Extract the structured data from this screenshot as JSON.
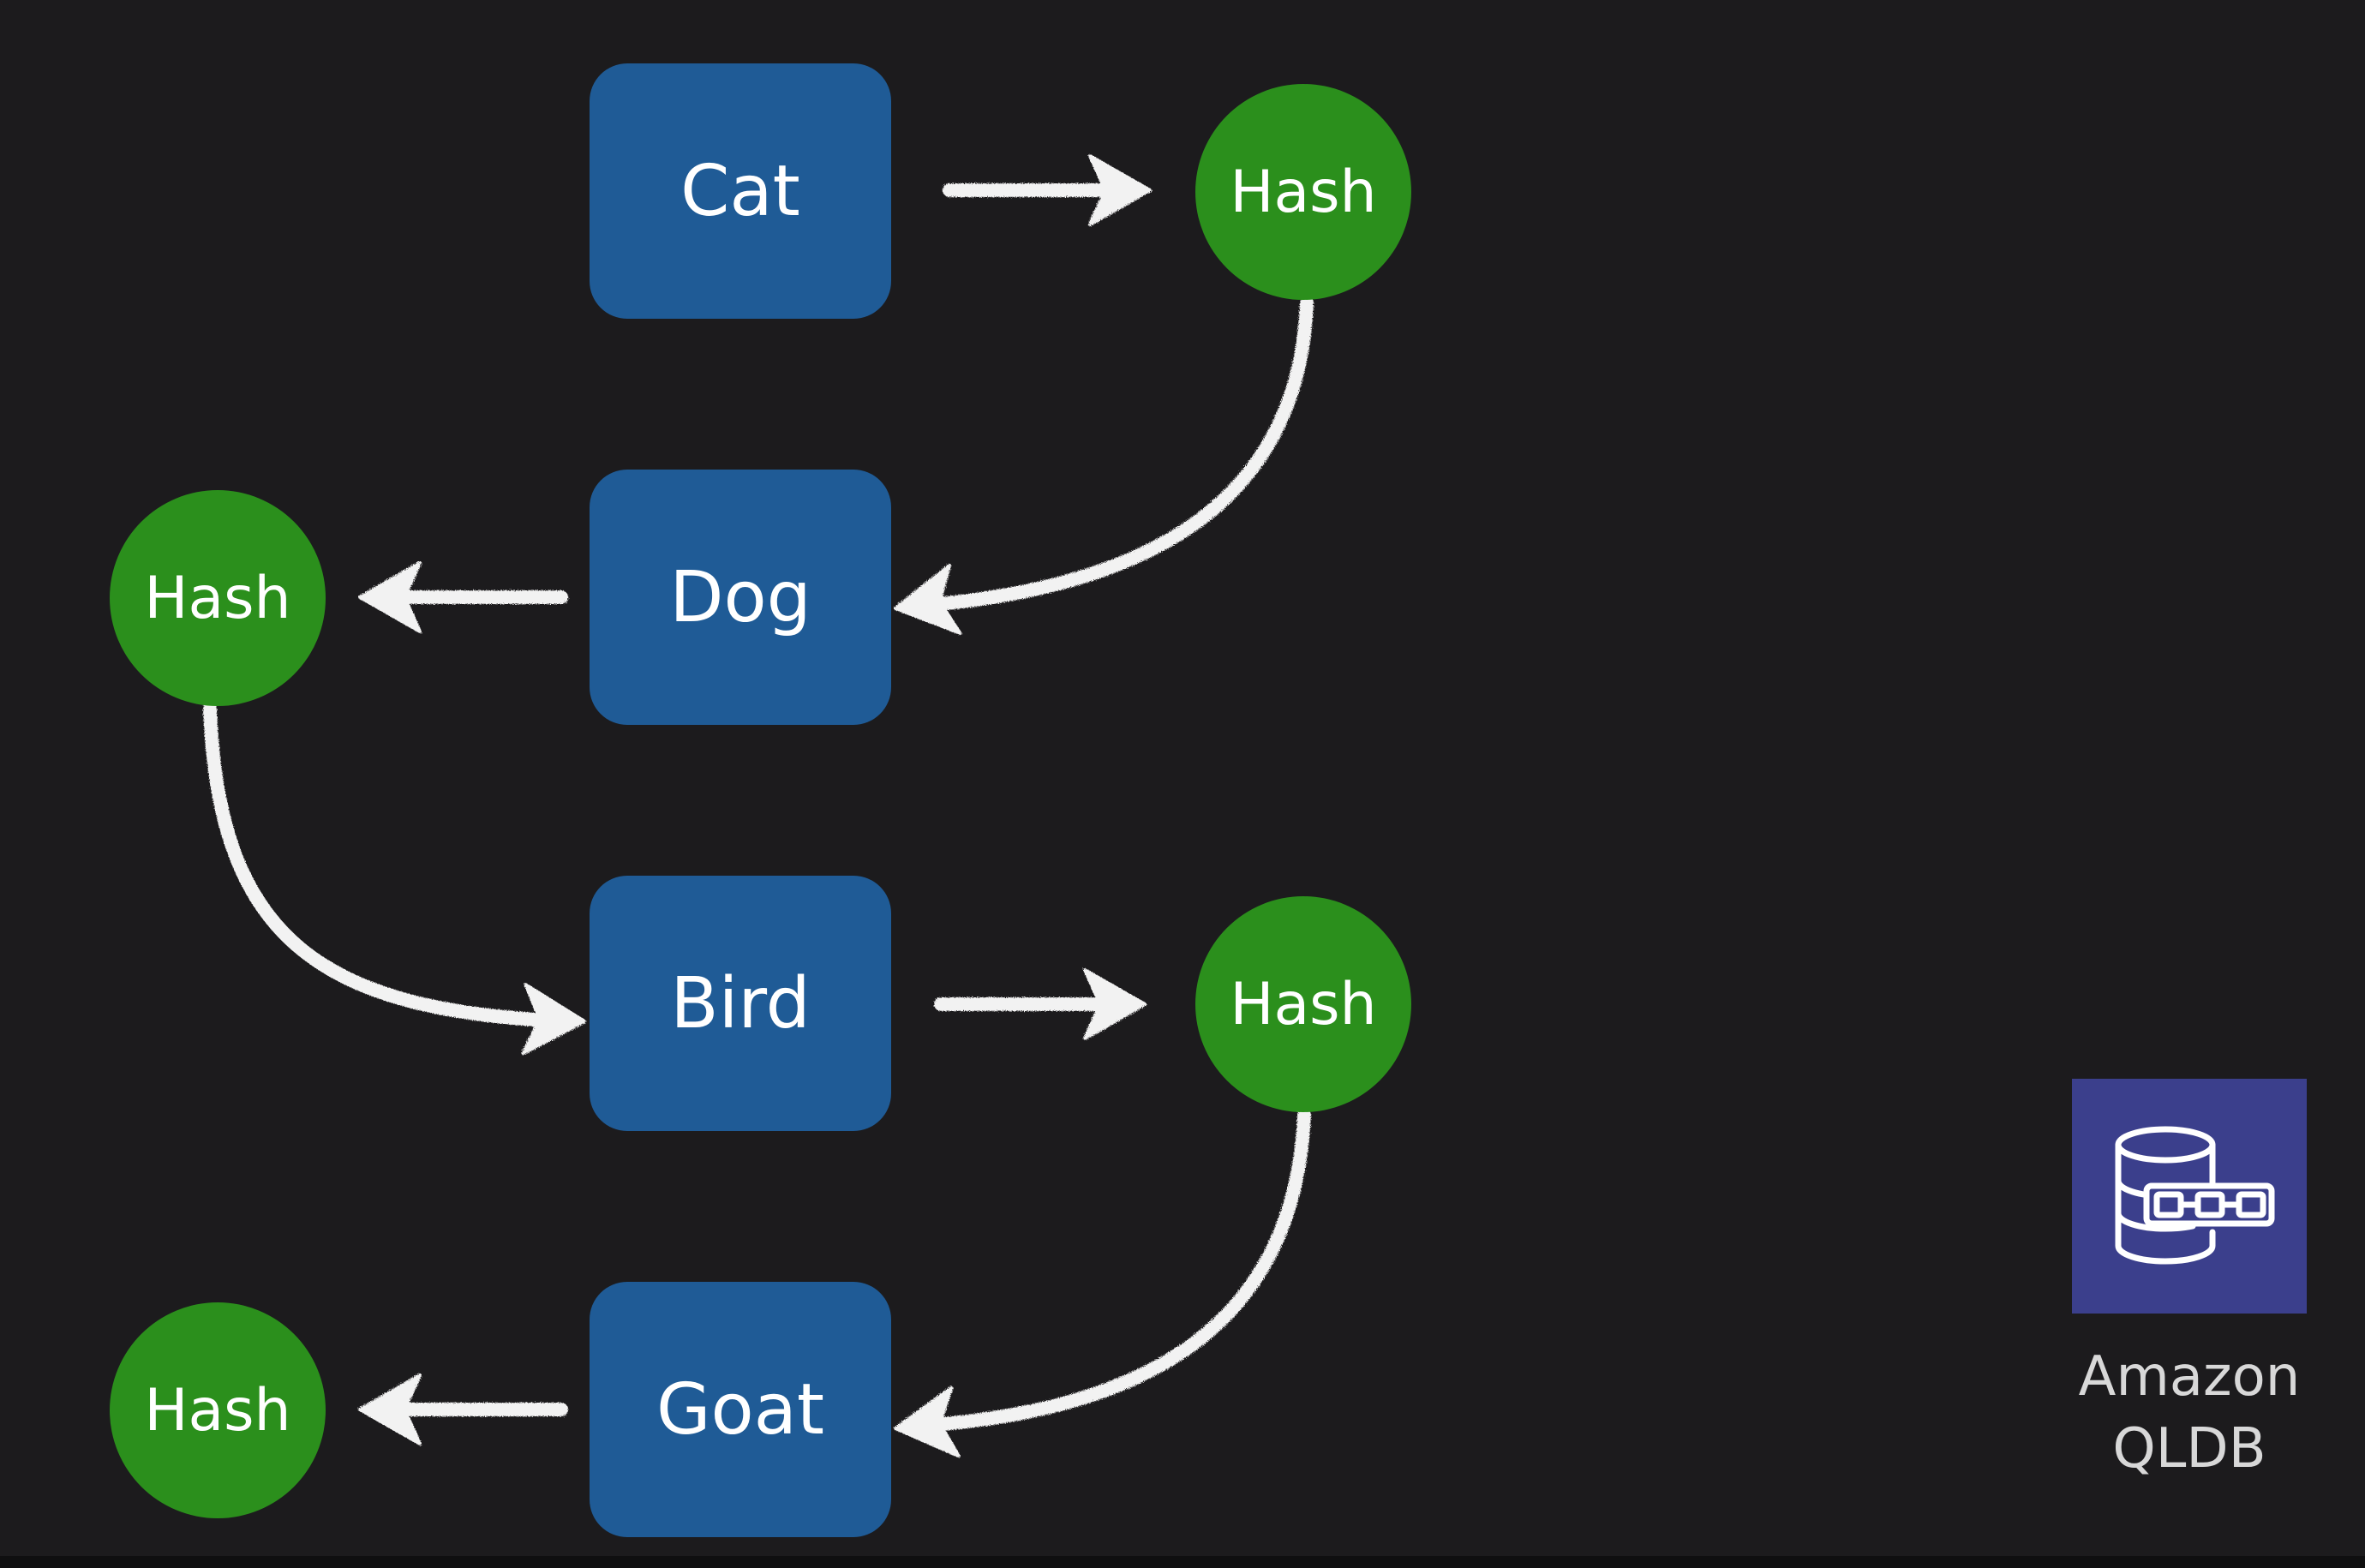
{
  "colors": {
    "background": "#1c1b1d",
    "record_box": "#1f5b96",
    "hash_node": "#2b8f1c",
    "arrow": "#f2f2f2",
    "service_tile": "#3b3f8c"
  },
  "records": [
    {
      "label": "Cat"
    },
    {
      "label": "Dog"
    },
    {
      "label": "Bird"
    },
    {
      "label": "Goat"
    }
  ],
  "hashes": [
    {
      "label": "Hash"
    },
    {
      "label": "Hash"
    },
    {
      "label": "Hash"
    },
    {
      "label": "Hash"
    }
  ],
  "service": {
    "icon": "ledger-database-icon",
    "line1": "Amazon",
    "line2": "QLDB"
  }
}
